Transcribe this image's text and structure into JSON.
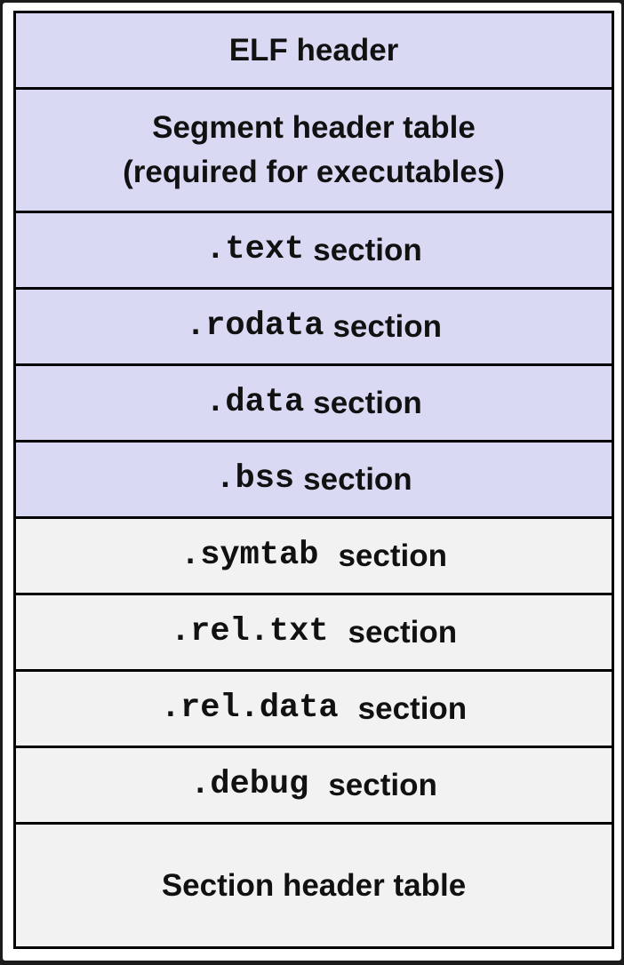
{
  "diagram": {
    "rows": [
      {
        "id": "elf-header",
        "text": "ELF header",
        "color": "#d9d9f4"
      },
      {
        "id": "segment-header-table",
        "line1": "Segment header table",
        "line2": "(required for executables)",
        "color": "#d9d9f4"
      },
      {
        "id": "text-section",
        "code": ".text",
        "label": "section",
        "color": "#d9d9f4"
      },
      {
        "id": "rodata-section",
        "code": ".rodata",
        "label": "section",
        "color": "#d9d9f4"
      },
      {
        "id": "data-section",
        "code": ".data",
        "label": "section",
        "color": "#d9d9f4"
      },
      {
        "id": "bss-section",
        "code": ".bss",
        "label": "section",
        "color": "#d9d9f4"
      },
      {
        "id": "symtab-section",
        "code": ".symtab",
        "label": "section",
        "color": "#f2f2f2"
      },
      {
        "id": "rel-txt-section",
        "code": ".rel.txt",
        "label": "section",
        "color": "#f2f2f2"
      },
      {
        "id": "rel-data-section",
        "code": ".rel.data",
        "label": "section",
        "color": "#f2f2f2"
      },
      {
        "id": "debug-section",
        "code": ".debug",
        "label": "section",
        "color": "#f2f2f2"
      },
      {
        "id": "section-header-table",
        "text": "Section header table",
        "color": "#f2f2f2"
      }
    ]
  }
}
